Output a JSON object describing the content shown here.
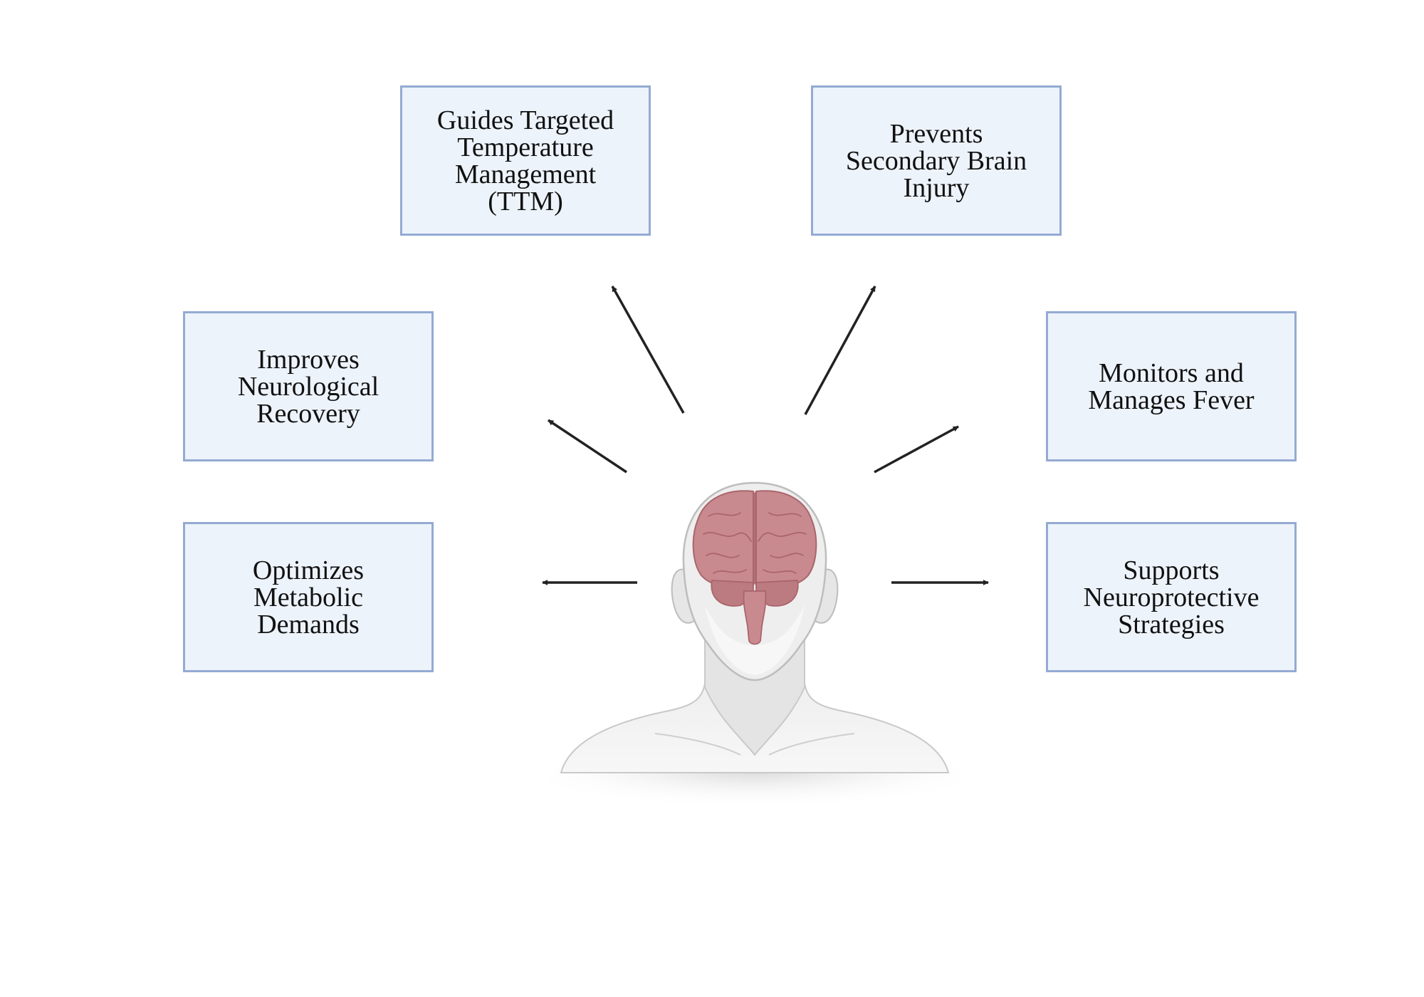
{
  "boxes": {
    "ttm": [
      "Guides Targeted",
      "Temperature",
      "Management",
      "(TTM)"
    ],
    "secondary_injury": [
      "Prevents",
      "Secondary Brain",
      "Injury"
    ],
    "recovery": [
      "Improves",
      "Neurological",
      "Recovery"
    ],
    "fever": [
      "Monitors and",
      "Manages Fever"
    ],
    "metabolic": [
      "Optimizes",
      "Metabolic",
      "Demands"
    ],
    "neuroprotective": [
      "Supports",
      "Neuroprotective",
      "Strategies"
    ]
  },
  "colors": {
    "box_fill": "#edf3fb",
    "box_border": "#94aad3",
    "arrow": "#222222",
    "brain": "#c98a8f",
    "skin": "#ebebeb"
  },
  "icons": {
    "center": "human-head-with-brain-icon"
  }
}
